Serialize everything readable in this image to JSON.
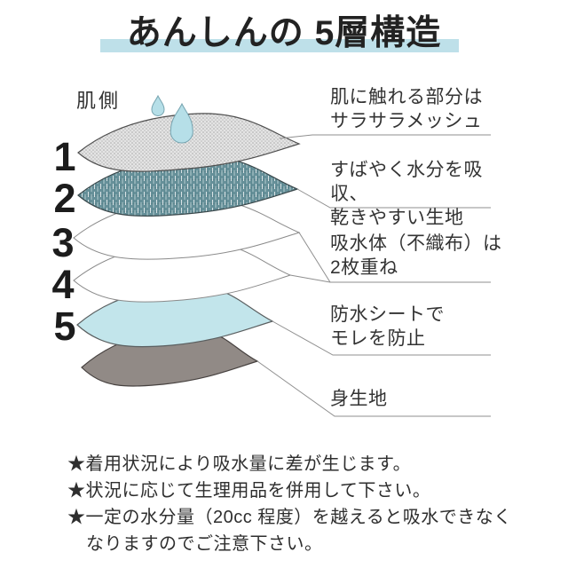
{
  "title": {
    "text": "あんしんの 5層構造"
  },
  "diagram": {
    "skin_side_label": "肌側",
    "layer_numbers": [
      "1",
      "2",
      "3",
      "4",
      "5"
    ],
    "layers": [
      {
        "num": "1",
        "description": "肌に触れる部分はサラサラメッシュ",
        "texture": "dot-mesh",
        "color": "#e4e4e4"
      },
      {
        "num": "2",
        "description": "すばやく水分を吸収、乾きやすい生地",
        "texture": "woven",
        "color": "#669099"
      },
      {
        "num": "3",
        "description": "吸水体（不織布）は2枚重ね",
        "texture": "plain",
        "color": "#ffffff"
      },
      {
        "num": "4",
        "description": "吸水体（不織布）は2枚重ね",
        "texture": "plain",
        "color": "#ffffff"
      },
      {
        "num": "5",
        "description": "防水シートでモレを防止",
        "texture": "plain",
        "color": "#c2e5eb"
      },
      {
        "num": "",
        "description": "身生地",
        "texture": "plain",
        "color": "#918a86"
      }
    ]
  },
  "callouts": [
    {
      "line1": "肌に触れる部分は",
      "line2": "サラサラメッシュ"
    },
    {
      "line1": "すばやく水分を吸収、",
      "line2": "乾きやすい生地"
    },
    {
      "line1": "吸水体（不織布）は",
      "line2": "2枚重ね"
    },
    {
      "line1": "防水シートで",
      "line2": "モレを防止"
    },
    {
      "line1": "身生地",
      "line2": ""
    }
  ],
  "notes": [
    {
      "text": "★着用状況により吸水量に差が生じます。"
    },
    {
      "text": "★状況に応じて生理用品を併用して下さい。"
    },
    {
      "text": "★一定の水分量（20cc 程度）を越えると吸水できなく"
    },
    {
      "text": "なりますのでご注意下さい。"
    }
  ],
  "colors": {
    "title_highlight": "#bee0e9",
    "droplet_fill": "#b6dfe8",
    "droplet_stroke": "#76a4b0",
    "mesh_layer_base": "#e4e4e4",
    "mesh_layer_dots": "#a9a9a9",
    "absorb_layer_teal": "#669099",
    "waterproof_layer_blue": "#c2e5eb",
    "body_fabric_gray": "#918a86",
    "leader_line": "#8f8f8f",
    "text": "#2e2e2e"
  }
}
